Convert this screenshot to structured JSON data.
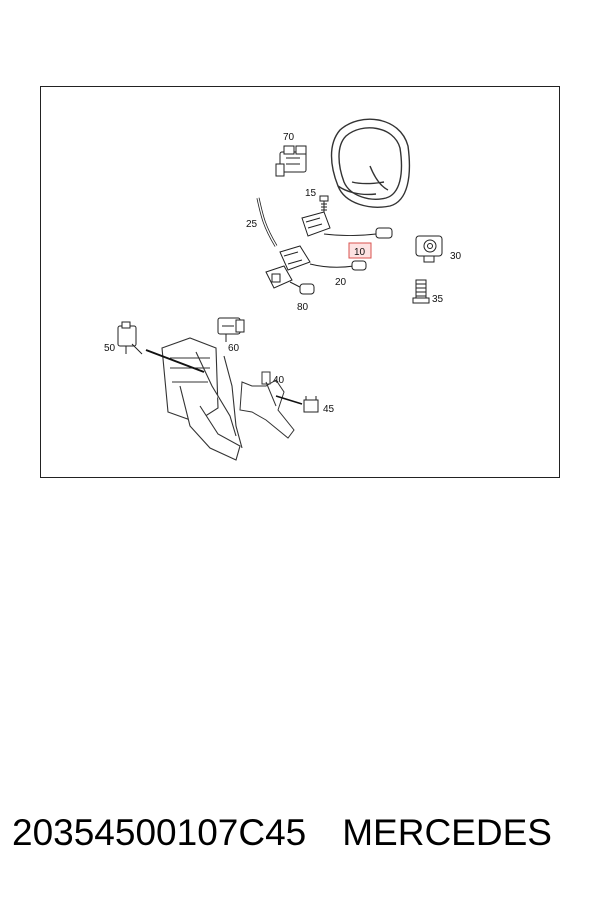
{
  "diagram": {
    "callouts": {
      "c70": "70",
      "c15": "15",
      "c25": "25",
      "c10": "10",
      "c30": "30",
      "c20": "20",
      "c35": "35",
      "c80": "80",
      "c50": "50",
      "c60": "60",
      "c40": "40",
      "c45": "45"
    },
    "highlight_color": "#d9534f",
    "highlight_fill": "#fde2e2",
    "line_color": "#222222"
  },
  "caption": {
    "part_number": "20354500107C45",
    "brand": "MERCEDES"
  }
}
